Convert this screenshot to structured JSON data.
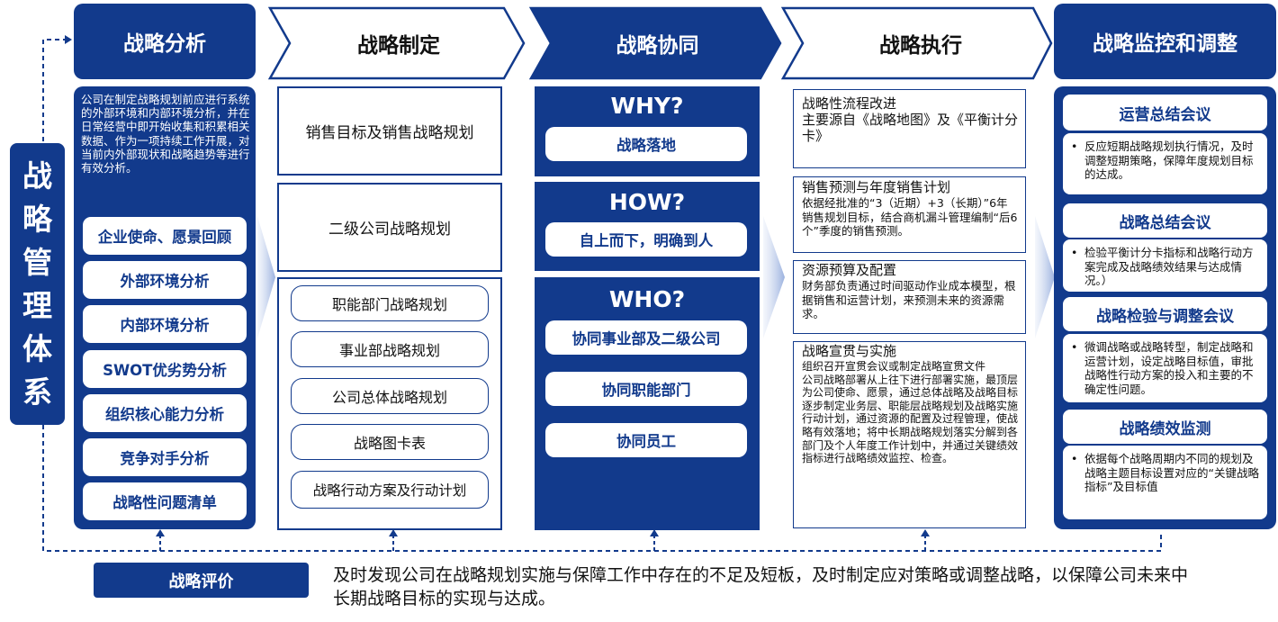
{
  "headers": [
    "战略分析",
    "战略制定",
    "战略协同",
    "战略执行",
    "战略监控和调整"
  ],
  "side_title": [
    "战",
    "略",
    "管",
    "理",
    "体",
    "系"
  ],
  "analysis": {
    "intro": "公司在制定战略规划前应进行系统的外部环境和内部环境分析，并在日常经营中即开始收集和积累相关数据、作为一项持续工作开展，对当前内外部现状和战略趋势等进行有效分析。",
    "items": [
      "企业使命、愿景回顾",
      "外部环境分析",
      "内部环境分析",
      "SWOT优劣势分析",
      "组织核心能力分析",
      "竞争对手分析",
      "战略性问题清单"
    ]
  },
  "formulation": {
    "box1": "销售目标及销售战略规划",
    "box2": "二级公司战略规划",
    "items": [
      "职能部门战略规划",
      "事业部战略规划",
      "公司总体战略规划",
      "战略图卡表",
      "战略行动方案及行动计划"
    ]
  },
  "synergy": {
    "why_label": "WHY?",
    "why_item": "战略落地",
    "how_label": "HOW?",
    "how_item": "自上而下，明确到人",
    "who_label": "WHO?",
    "who_items": [
      "协同事业部及二级公司",
      "协同职能部门",
      "协同员工"
    ]
  },
  "execution": [
    {
      "title": "战略性流程改进",
      "body": "主要源自《战略地图》及《平衡计分卡》"
    },
    {
      "title": "销售预测与年度销售计划",
      "body": "依据经批准的“3（近期）+3（长期）”6年销售规划目标，结合商机漏斗管理编制“后6个”季度的销售预测。"
    },
    {
      "title": "资源预算及配置",
      "body": "财务部负责通过时间驱动作业成本模型，根据销售和运营计划，来预测未来的资源需求。"
    },
    {
      "title": "战略宣贯与实施",
      "body": "组织召开宣贯会议或制定战略宣贯文件\n公司战略部署从上往下进行部署实施，最顶层为公司使命、愿景，通过总体战略及战略目标逐步制定业务层、职能层战略规划及战略实施行动计划，通过资源的配置及过程管理，使战略有效落地；将中长期战略规划落实分解到各部门及个人年度工作计划中，并通过关键绩效指标进行战略绩效监控、检查。"
    }
  ],
  "monitoring": [
    {
      "title": "运营总结会议",
      "body": "反应短期战略规划执行情况，及时调整短期策略，保障年度规划目标的达成。"
    },
    {
      "title": "战略总结会议",
      "body": "检验平衡计分卡指标和战略行动方案完成及战略绩效结果与达成情况。）"
    },
    {
      "title": "战略检验与调整会议",
      "body": "微调战略或战略转型，制定战略和运营计划，设定战略目标值，审批战略性行动方案的投入和主要的不确定性问题。"
    },
    {
      "title": "战略绩效监测",
      "body": "依据每个战略周期内不同的规划及战略主题目标设置对应的“关键战略指标”及目标值"
    }
  ],
  "evaluation": {
    "label": "战略评价",
    "text": "及时发现公司在战略规划实施与保障工作中存在的不足及短板，及时制定应对策略或调整战略，以保障公司未来中长期战略目标的实现与达成。"
  },
  "colors": {
    "navy": "#123a8c",
    "white": "#ffffff"
  }
}
